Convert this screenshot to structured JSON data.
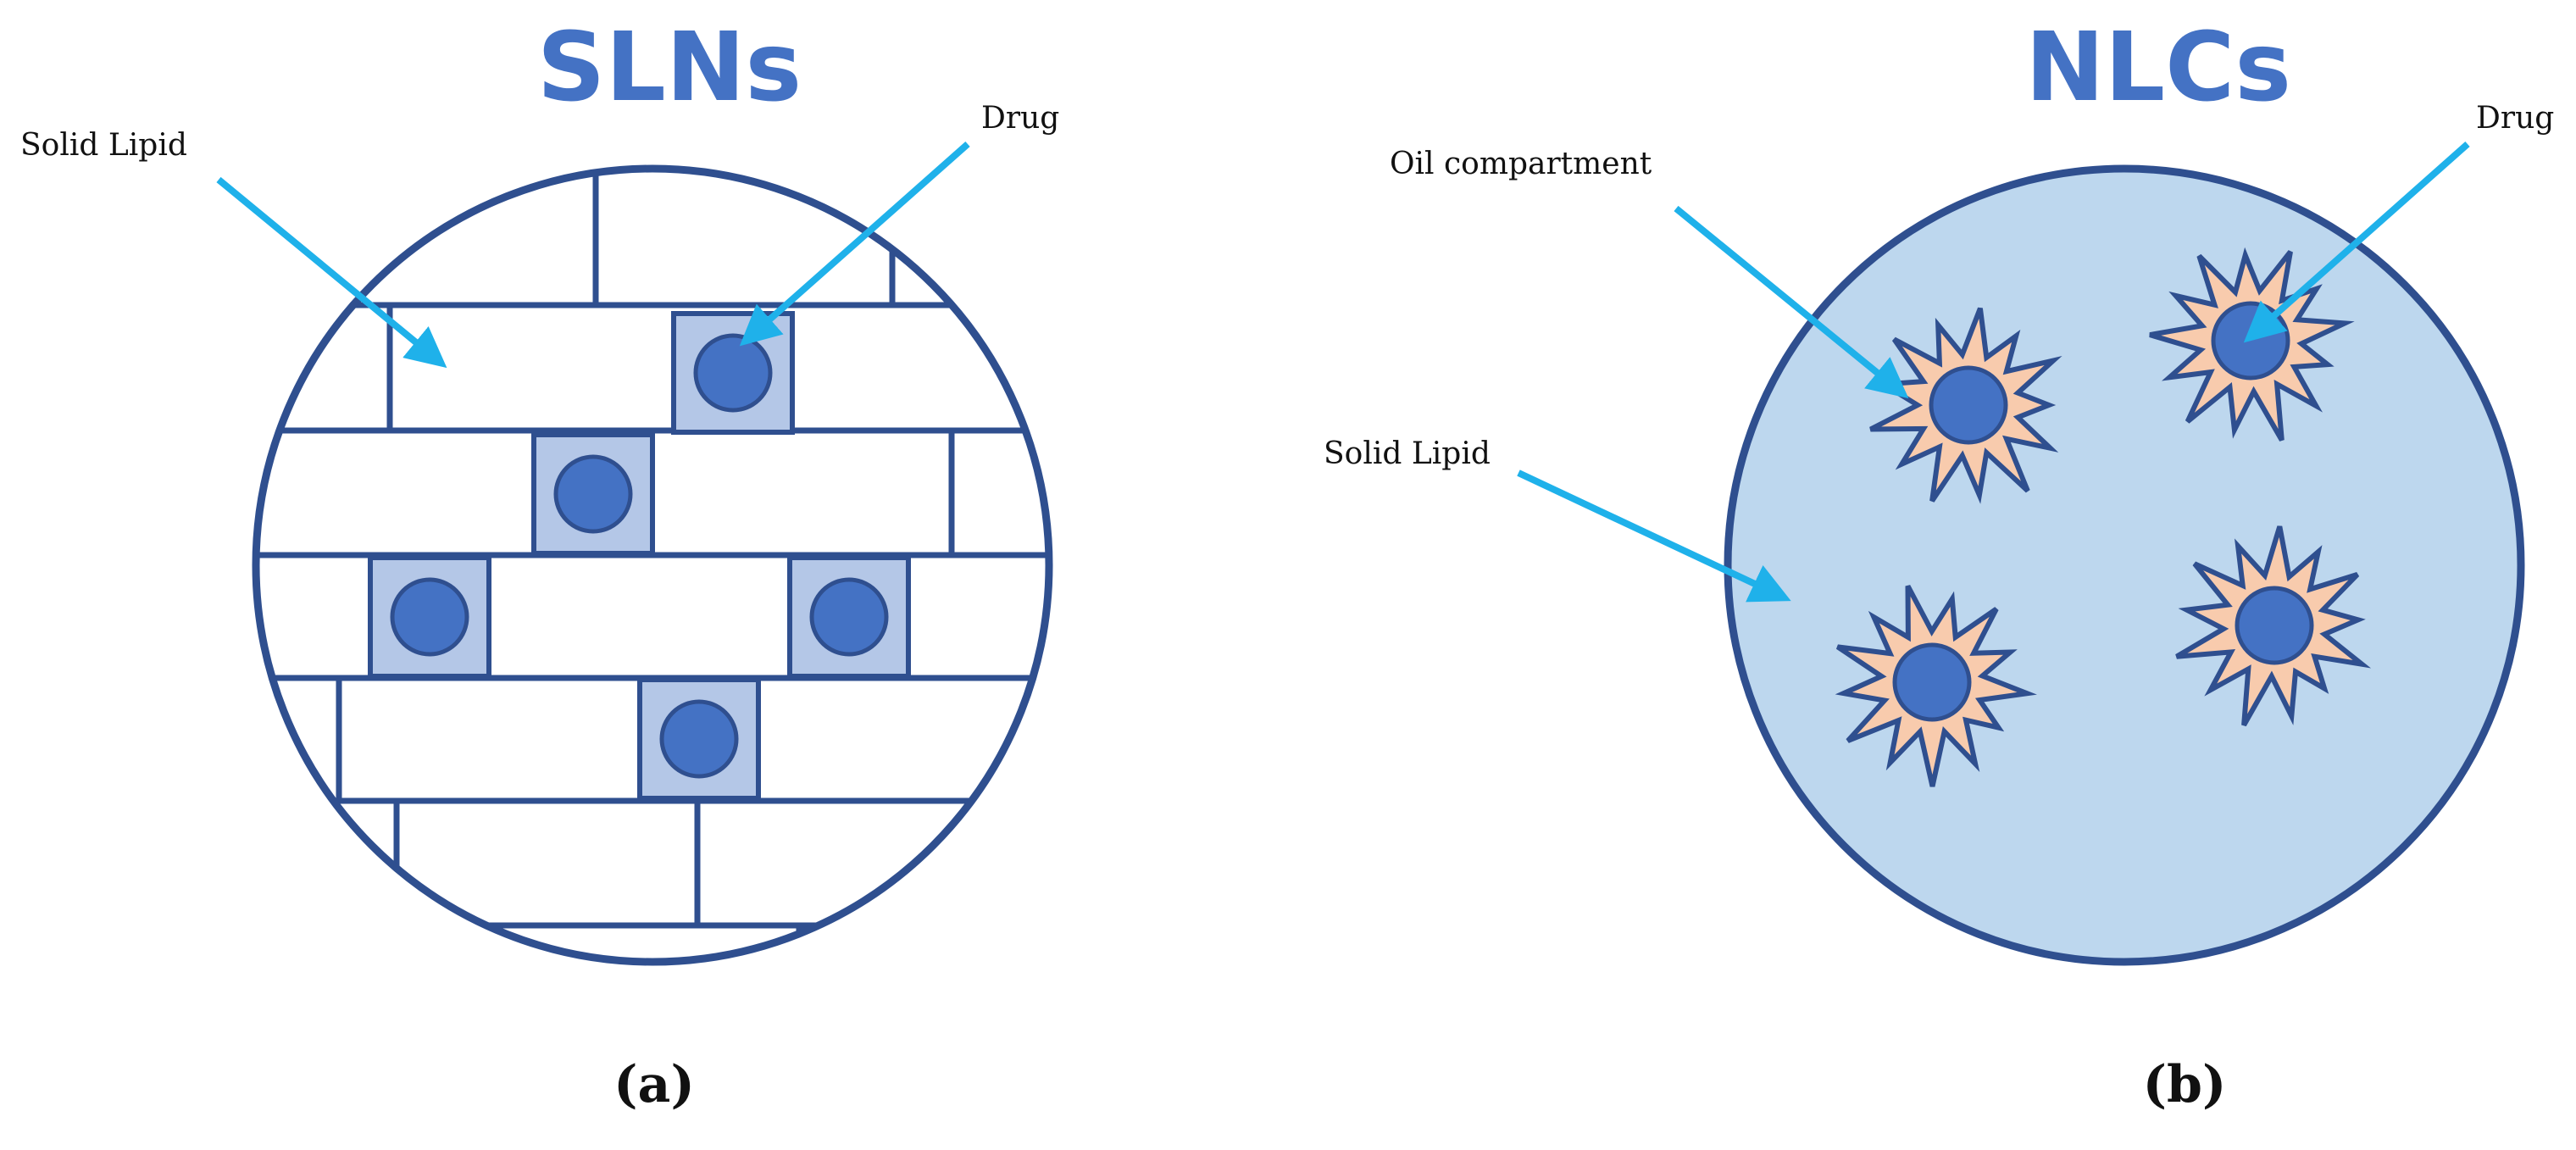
{
  "panels": {
    "left": {
      "title": "SLNs",
      "labels": {
        "solid_lipid": "Solid Lipid",
        "drug": "Drug"
      },
      "caption": "(a)"
    },
    "right": {
      "title": "NLCs",
      "labels": {
        "oil_compartment": "Oil compartment",
        "solid_lipid": "Solid Lipid",
        "drug": "Drug"
      },
      "caption": "(b)"
    }
  },
  "colors": {
    "title": "#4472c4",
    "outline": "#2f4f8f",
    "arrow": "#1fb1ea",
    "drug_fill": "#4472c4",
    "drug_cell_fill": "#b4c7e7",
    "nlc_matrix_fill": "#bdd7ee",
    "oil_fill": "#f8cbad"
  }
}
